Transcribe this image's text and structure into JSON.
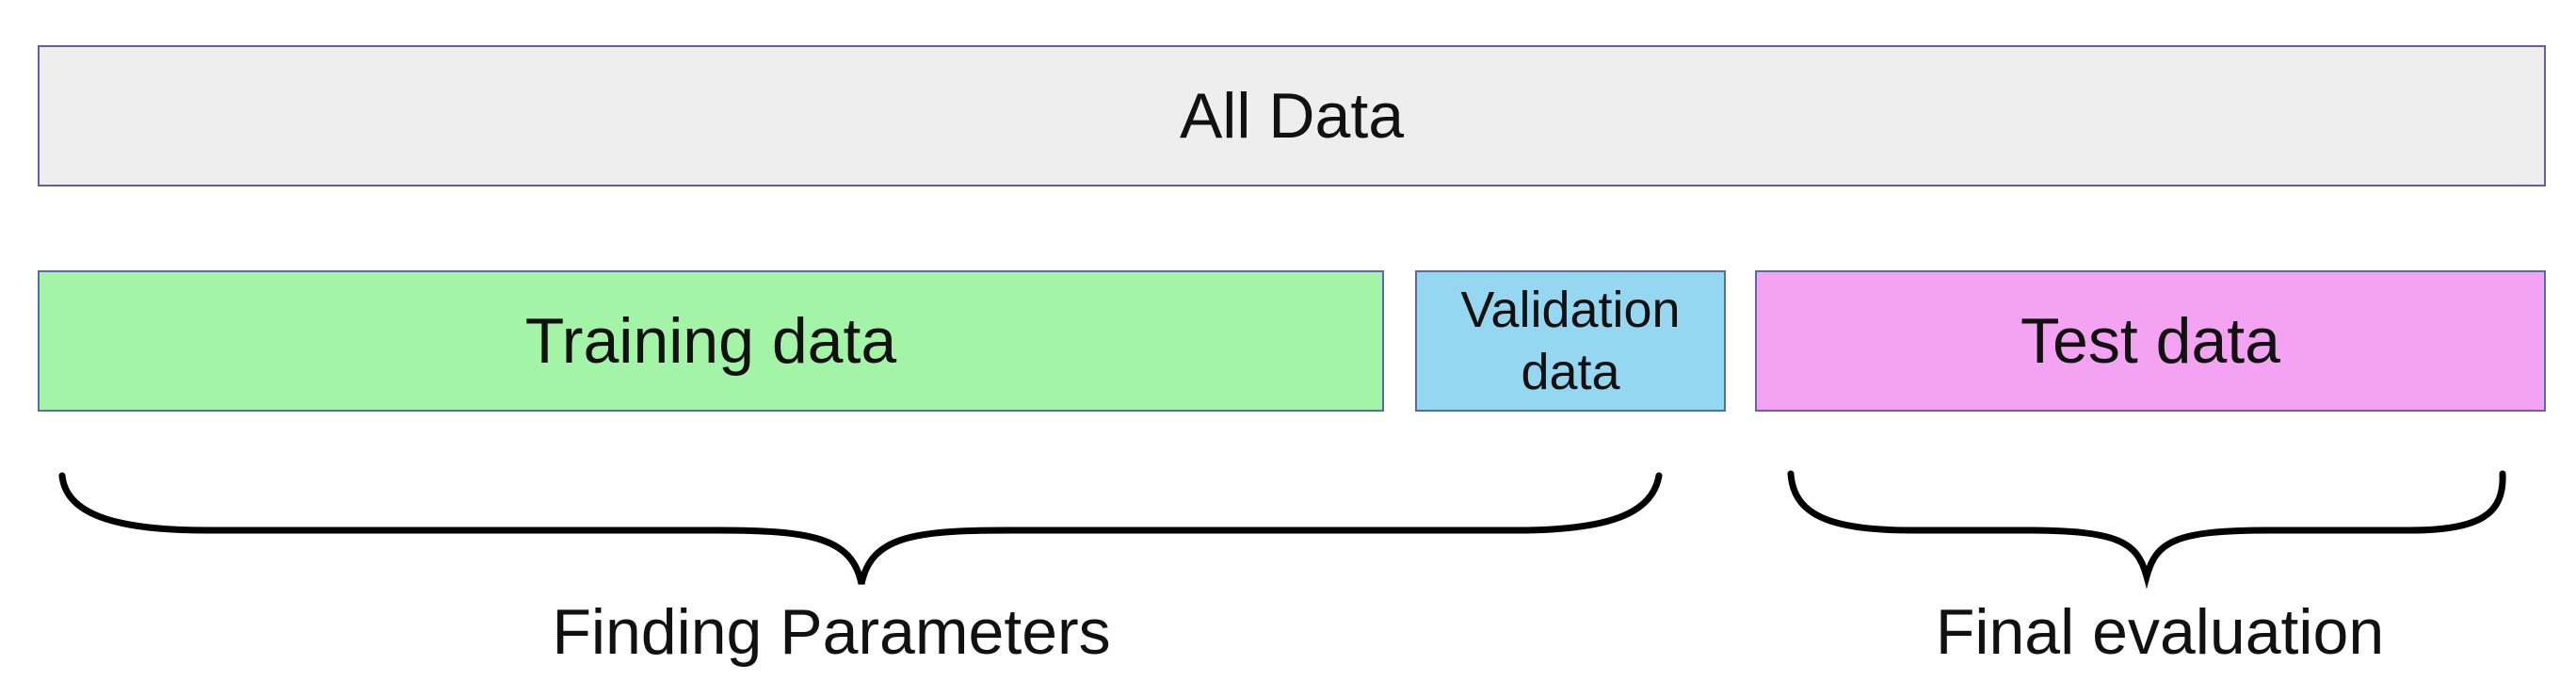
{
  "blocks": {
    "all_data": "All Data",
    "training": "Training data",
    "validation": "Validation\ndata",
    "test": "Test data"
  },
  "braces": {
    "left_label": "Finding Parameters",
    "right_label": "Final evaluation"
  },
  "colors": {
    "all_data_fill": "#eeeeee",
    "training_fill": "#a4f4a8",
    "validation_fill": "#95d6f0",
    "test_fill": "#f3a3f1",
    "border": "#5a6aa8"
  }
}
